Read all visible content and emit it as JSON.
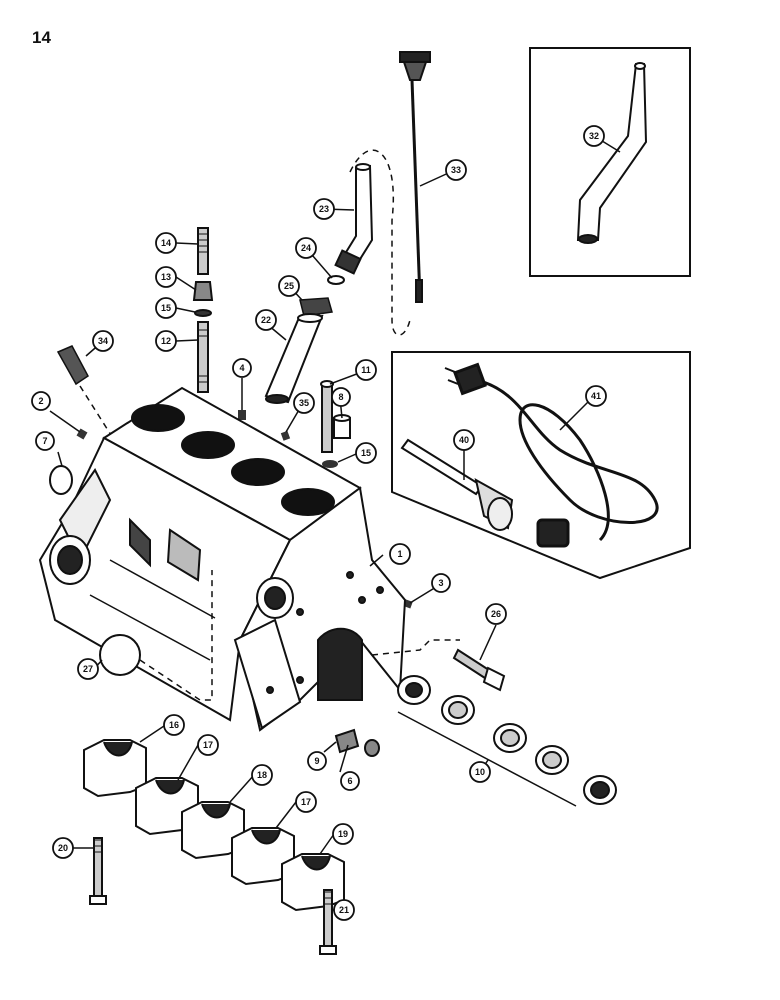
{
  "page_number": "14",
  "callouts": [
    {
      "id": "c1",
      "label": "1"
    },
    {
      "id": "c2",
      "label": "2"
    },
    {
      "id": "c3",
      "label": "3"
    },
    {
      "id": "c4",
      "label": "4"
    },
    {
      "id": "c6",
      "label": "6"
    },
    {
      "id": "c7",
      "label": "7"
    },
    {
      "id": "c8",
      "label": "8"
    },
    {
      "id": "c9",
      "label": "9"
    },
    {
      "id": "c10",
      "label": "10"
    },
    {
      "id": "c11",
      "label": "11"
    },
    {
      "id": "c12",
      "label": "12"
    },
    {
      "id": "c13",
      "label": "13"
    },
    {
      "id": "c14",
      "label": "14"
    },
    {
      "id": "c15a",
      "label": "15"
    },
    {
      "id": "c15b",
      "label": "15"
    },
    {
      "id": "c16",
      "label": "16"
    },
    {
      "id": "c17a",
      "label": "17"
    },
    {
      "id": "c17b",
      "label": "17"
    },
    {
      "id": "c18",
      "label": "18"
    },
    {
      "id": "c19",
      "label": "19"
    },
    {
      "id": "c20",
      "label": "20"
    },
    {
      "id": "c21",
      "label": "21"
    },
    {
      "id": "c22",
      "label": "22"
    },
    {
      "id": "c23",
      "label": "23"
    },
    {
      "id": "c24",
      "label": "24"
    },
    {
      "id": "c25",
      "label": "25"
    },
    {
      "id": "c26",
      "label": "26"
    },
    {
      "id": "c27",
      "label": "27"
    },
    {
      "id": "c32",
      "label": "32"
    },
    {
      "id": "c33",
      "label": "33"
    },
    {
      "id": "c34",
      "label": "34"
    },
    {
      "id": "c35",
      "label": "35"
    },
    {
      "id": "c40",
      "label": "40"
    },
    {
      "id": "c41",
      "label": "41"
    }
  ]
}
